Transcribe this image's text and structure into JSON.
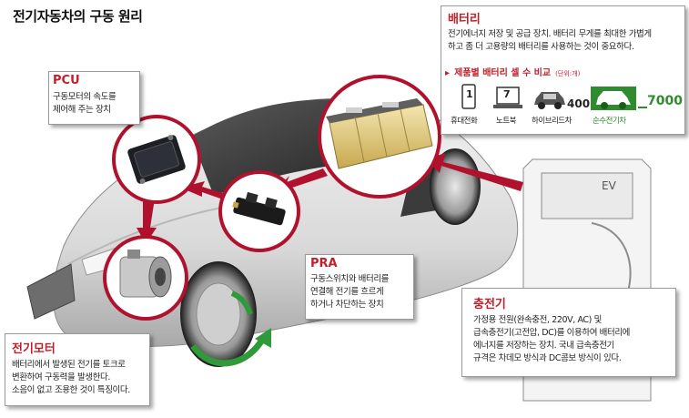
{
  "title": "전기자동차의 구동 원리",
  "battery": {
    "title": "배터리",
    "desc_line1": "전기에너지 저장 및 공급 장치. 배터리 무게를 최대한 가볍게",
    "desc_line2": "하고 좀 더 고용량의 배터리를 사용하는 것이 중요하다.",
    "compare_title": "제품별 배터리 셀 수 비교",
    "compare_unit": "(단위:개)",
    "products": [
      {
        "label": "휴대전화",
        "value": "1",
        "icon": "phone-icon"
      },
      {
        "label": "노트북",
        "value": "7",
        "icon": "laptop-icon"
      },
      {
        "label": "하이브리드차",
        "value": "400",
        "icon": "hybrid-car-icon"
      },
      {
        "label": "순수전기차",
        "value": "7000",
        "icon": "electric-car-icon",
        "highlight_color": "#2e8b2e"
      }
    ]
  },
  "pcu": {
    "title": "PCU",
    "line1": "구동모터의 속도를",
    "line2": "제어해 주는 장치"
  },
  "pra": {
    "title": "PRA",
    "line1": "구동스위치와 배터리를",
    "line2": "연결해 전기를 흐르게",
    "line3": "하거나 차단하는 장치"
  },
  "charger": {
    "title": "충전기",
    "line1": "가정용 전원(완속충전, 220V, AC) 및",
    "line2": "급속충전기(고전압, DC)를 이용하여 배터리에",
    "line3": "에너지를 저장하는 장치. 국내 급속충전기",
    "line4": "규격은 차데모 방식과 DC콤보 방식이 있다.",
    "station_label": "EV"
  },
  "motor": {
    "title": "전기모터",
    "line1": "배터리에서 발생된 전기를 토크로",
    "line2": "변환하여 구동력을 발생한다.",
    "line3": "소음이 없고 조용한 것이 특징이다."
  },
  "colors": {
    "accent_red": "#c0202a",
    "arrow_red": "#b0122e",
    "arrow_green": "#2f9a3a",
    "car_body": "#e4e4e4"
  }
}
